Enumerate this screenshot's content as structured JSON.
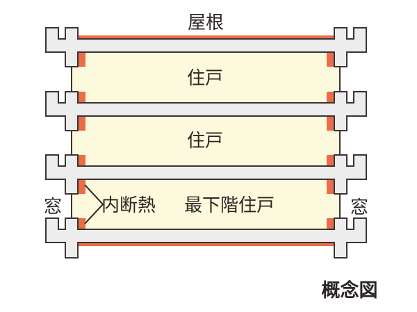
{
  "diagram": {
    "caption": "概念図",
    "roof_label": "屋根",
    "rooms": [
      {
        "label": "住戸"
      },
      {
        "label": "住戸"
      },
      {
        "label": "最下階住戸"
      }
    ],
    "insulation_label": "内断熱",
    "window_label_left": "窓",
    "window_label_right": "窓"
  },
  "colors": {
    "background": "#ffffff",
    "concrete_fill": "#ededed",
    "outline": "#3a3432",
    "insulation_orange": "#eb6c48",
    "room_cream": "#fcf9dc",
    "text": "#2b2624"
  }
}
